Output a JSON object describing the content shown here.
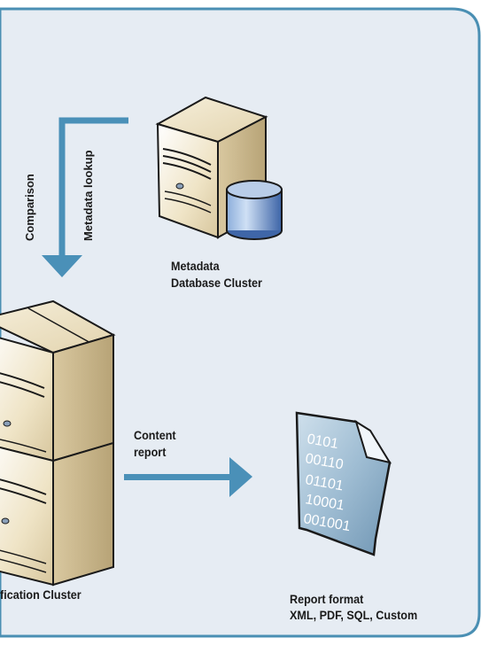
{
  "labels": {
    "comparison": "Comparison",
    "metadata_lookup": "Metadata lookup",
    "metadata_db_line1": "Metadata",
    "metadata_db_line2": "Database Cluster",
    "content_report_line1": "Content",
    "content_report_line2": "report",
    "cluster_partial": "fication Cluster",
    "report_format_line1": "Report format",
    "report_format_line2": "XML, PDF, SQL, Custom"
  },
  "document_binary": [
    "0101",
    "00110",
    "01101",
    "10001",
    "001001"
  ],
  "colors": {
    "panel_bg": "#e6ecf3",
    "panel_border": "#4a8fb3",
    "arrow": "#4a90b8",
    "server_beige": "#d8c8a2",
    "db_cylinder": "#5a7fb8"
  }
}
